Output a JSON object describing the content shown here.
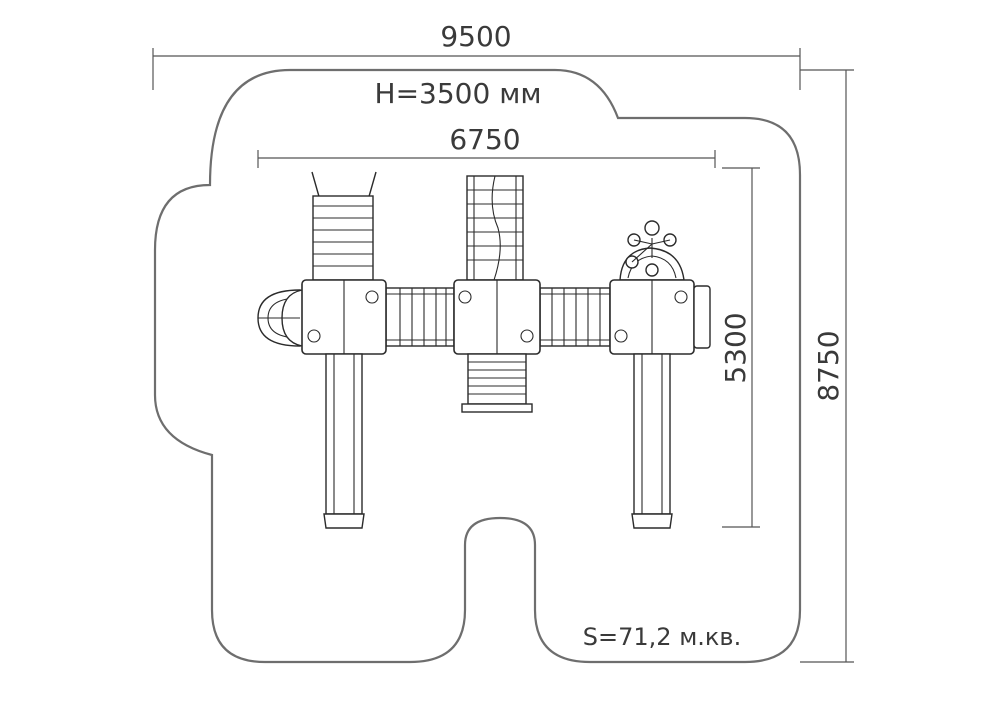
{
  "dimensions": {
    "overall_width": "9500",
    "height_label": "H=3500 мм",
    "inner_width": "6750",
    "inner_depth": "5300",
    "overall_depth": "8750"
  },
  "area_label": "S=71,2 м.кв."
}
